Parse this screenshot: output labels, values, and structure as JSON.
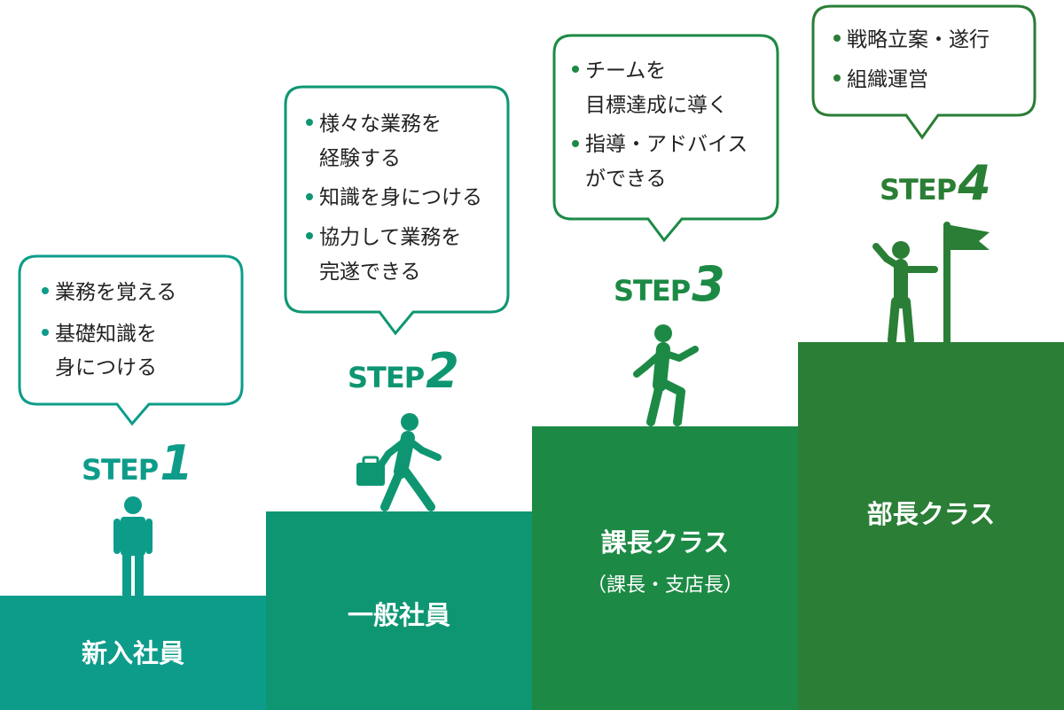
{
  "colors": {
    "step1": "#0e9c8a",
    "step2": "#0e9672",
    "step3": "#1c8a45",
    "step4": "#2a7e35",
    "text_dark": "#222222"
  },
  "steps": [
    {
      "step_word": "STEP",
      "step_num": "1",
      "block_label": "新入社員",
      "block_sub": "",
      "icon": "standing-person-icon",
      "bubble_items": [
        {
          "lines": [
            "業務を覚える"
          ]
        },
        {
          "lines": [
            "基礎知識を",
            "身につける"
          ]
        }
      ]
    },
    {
      "step_word": "STEP",
      "step_num": "2",
      "block_label": "一般社員",
      "block_sub": "",
      "icon": "walking-person-briefcase-icon",
      "bubble_items": [
        {
          "lines": [
            "様々な業務を",
            "経験する"
          ]
        },
        {
          "lines": [
            "知識を身につける"
          ]
        },
        {
          "lines": [
            "協力して業務を",
            "完遂できる"
          ]
        }
      ]
    },
    {
      "step_word": "STEP",
      "step_num": "3",
      "block_label": "課長クラス",
      "block_sub": "（課長・支店長）",
      "icon": "climbing-person-icon",
      "bubble_items": [
        {
          "lines": [
            "チームを",
            "目標達成に導く"
          ]
        },
        {
          "lines": [
            "指導・アドバイス",
            "ができる"
          ]
        }
      ]
    },
    {
      "step_word": "STEP",
      "step_num": "4",
      "block_label": "部長クラス",
      "block_sub": "",
      "icon": "person-with-flag-icon",
      "bubble_items": [
        {
          "lines": [
            "戦略立案・遂行"
          ]
        },
        {
          "lines": [
            "組織運営"
          ]
        }
      ]
    }
  ]
}
